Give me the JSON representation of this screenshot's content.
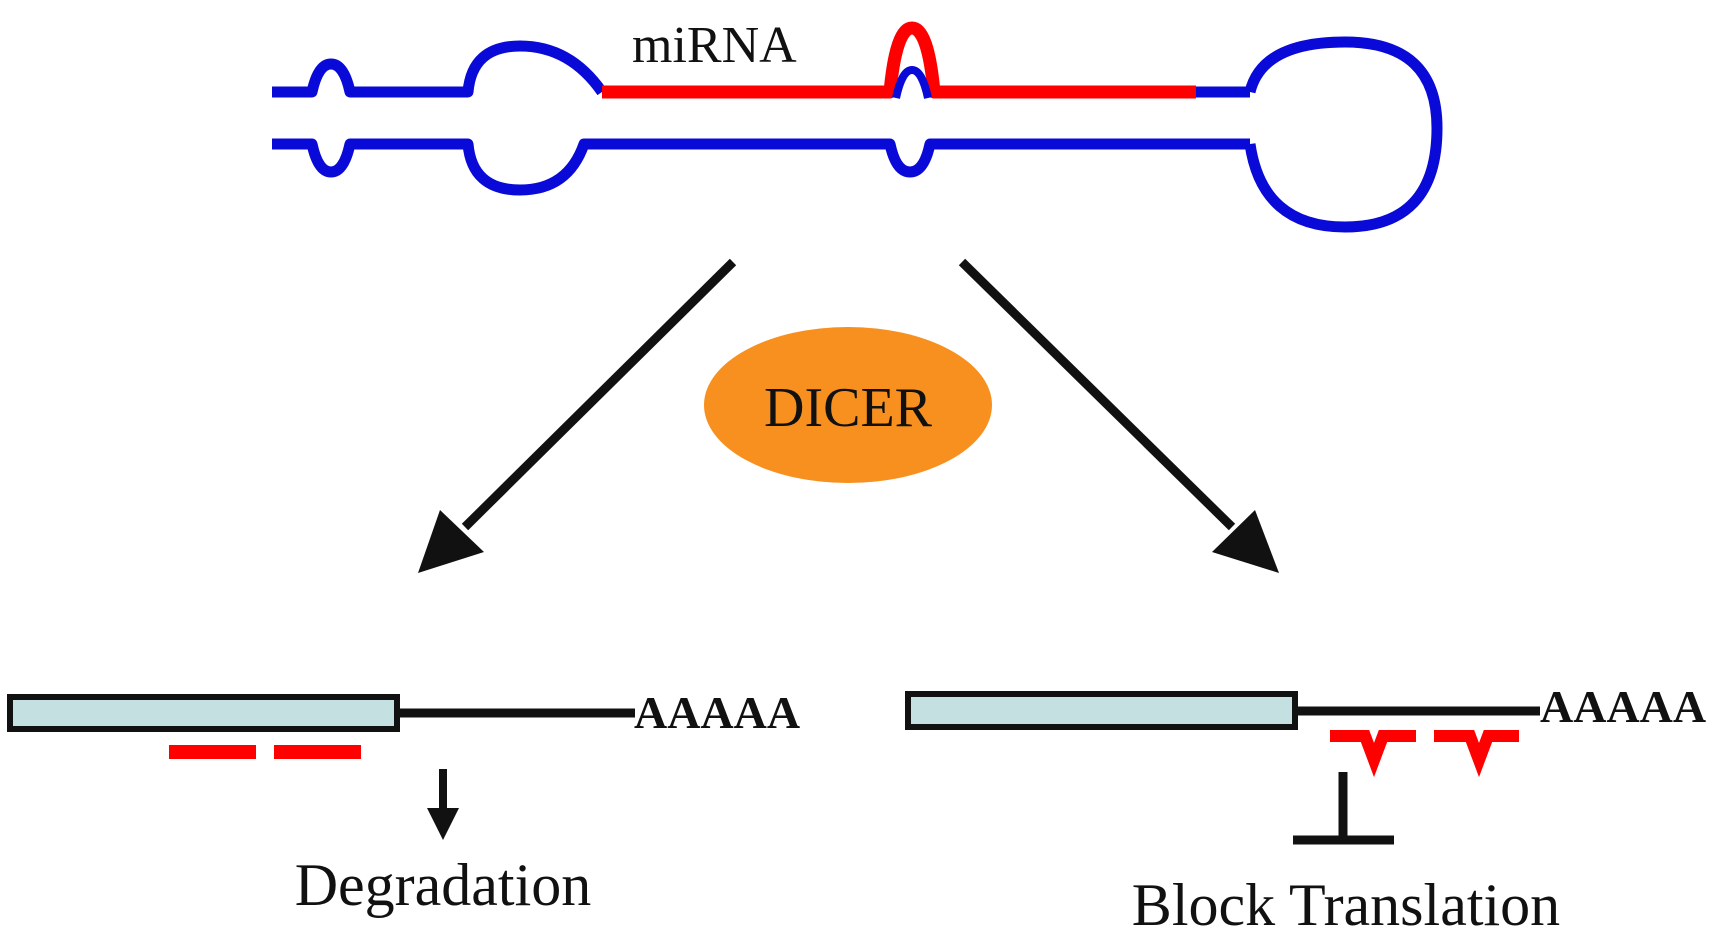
{
  "labels": {
    "mirna": "miRNA",
    "dicer": "DICER",
    "polya_left": "AAAAA",
    "polya_right": "AAAAA",
    "degradation": "Degradation",
    "block_translation": "Block Translation"
  },
  "colors": {
    "rna_strand": "#0a0ad8",
    "mirna": "#ff0000",
    "dicer_fill": "#f7901e",
    "coding_region": "#c4e0e0",
    "line": "#111111"
  }
}
